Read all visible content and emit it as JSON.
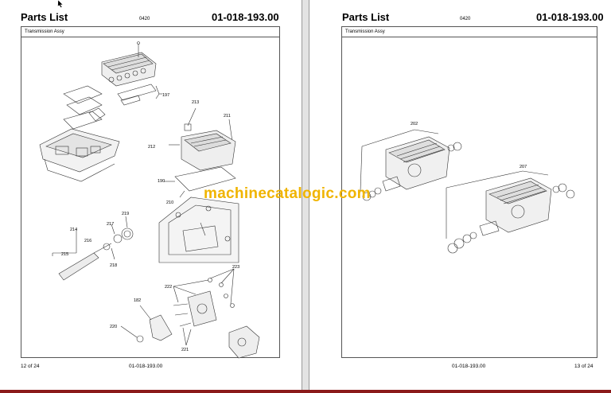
{
  "left_page": {
    "title": "Parts List",
    "code": "0420",
    "part_number": "01-018-193.00",
    "section": "Transmission Assy",
    "footer_page": "12 of 24",
    "footer_number": "01-018-193.00",
    "callouts": [
      "197",
      "213",
      "211",
      "212",
      "190",
      "210",
      "214",
      "216",
      "217",
      "219",
      "215",
      "218",
      "223",
      "222",
      "182",
      "220",
      "221"
    ]
  },
  "right_page": {
    "title": "Parts List",
    "code": "0420",
    "part_number": "01-018-193.00",
    "section": "Transmission Assy",
    "footer_number": "01-018-193.00",
    "footer_page": "13 of 24",
    "callouts": [
      "202",
      "207"
    ]
  },
  "watermark": "machinecatalogic.com",
  "colors": {
    "watermark": "#f0b400",
    "frame": "#555555",
    "bottom_bar": "#8b1a1a"
  },
  "icons": [
    "mouse-cursor-icon"
  ]
}
